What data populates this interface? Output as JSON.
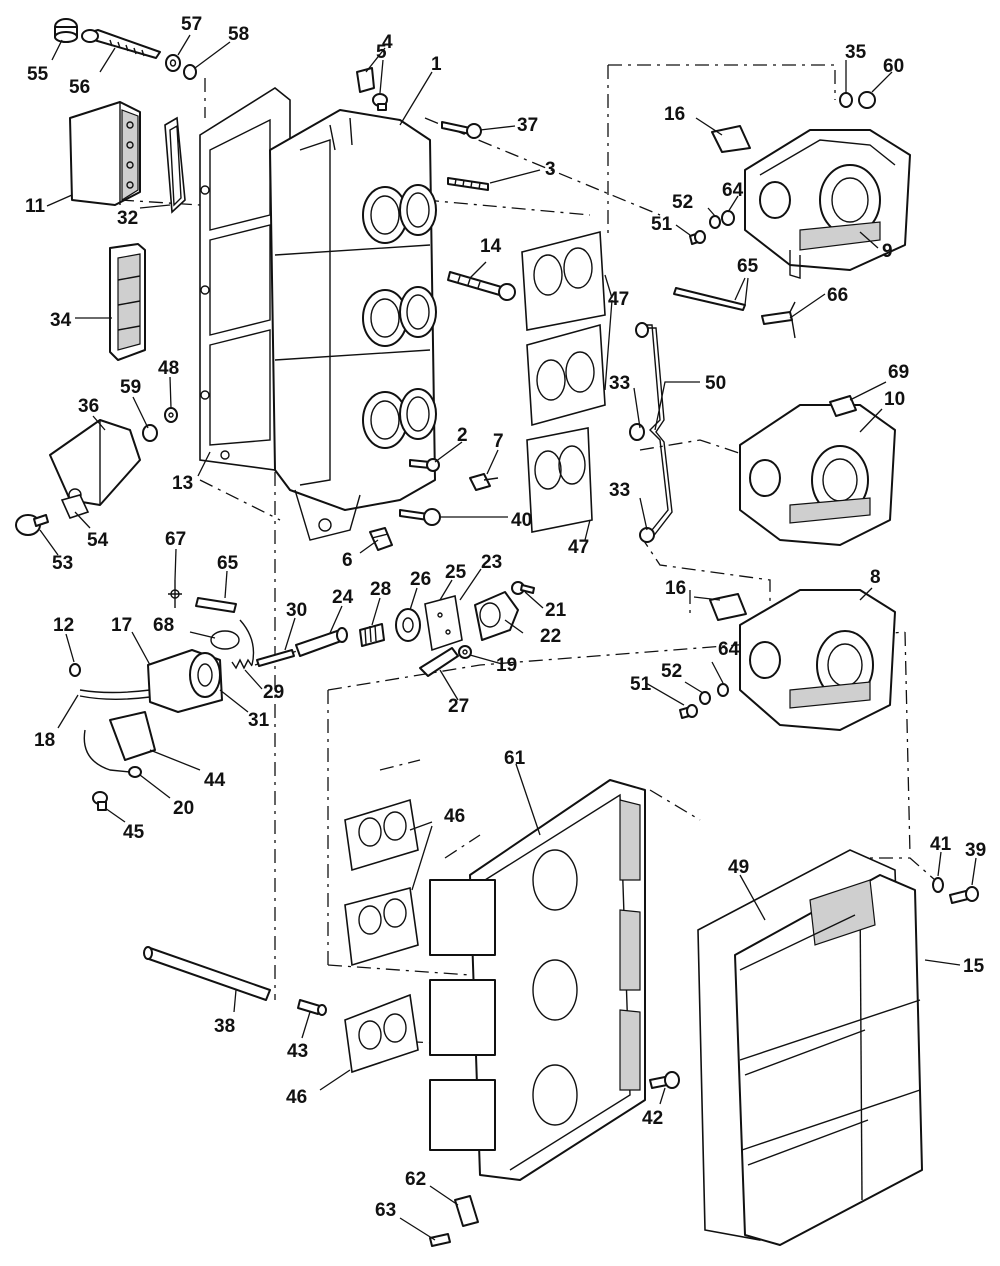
{
  "diagram": {
    "callouts": [
      {
        "id": "c55",
        "text": "55"
      },
      {
        "id": "c56",
        "text": "56"
      },
      {
        "id": "c57",
        "text": "57"
      },
      {
        "id": "c58",
        "text": "58"
      },
      {
        "id": "c4",
        "text": "4"
      },
      {
        "id": "c5",
        "text": "5"
      },
      {
        "id": "c1",
        "text": "1"
      },
      {
        "id": "c35",
        "text": "35"
      },
      {
        "id": "c60",
        "text": "60"
      },
      {
        "id": "c37",
        "text": "37"
      },
      {
        "id": "c16a",
        "text": "16"
      },
      {
        "id": "c3",
        "text": "3"
      },
      {
        "id": "c11",
        "text": "11"
      },
      {
        "id": "c32",
        "text": "32"
      },
      {
        "id": "c64a",
        "text": "64"
      },
      {
        "id": "c52a",
        "text": "52"
      },
      {
        "id": "c51a",
        "text": "51"
      },
      {
        "id": "c9",
        "text": "9"
      },
      {
        "id": "c14",
        "text": "14"
      },
      {
        "id": "c47a",
        "text": "47"
      },
      {
        "id": "c65a",
        "text": "65"
      },
      {
        "id": "c34",
        "text": "34"
      },
      {
        "id": "c66",
        "text": "66"
      },
      {
        "id": "c48",
        "text": "48"
      },
      {
        "id": "c59",
        "text": "59"
      },
      {
        "id": "c33a",
        "text": "33"
      },
      {
        "id": "c50",
        "text": "50"
      },
      {
        "id": "c69",
        "text": "69"
      },
      {
        "id": "c36",
        "text": "36"
      },
      {
        "id": "c10",
        "text": "10"
      },
      {
        "id": "c2",
        "text": "2"
      },
      {
        "id": "c7",
        "text": "7"
      },
      {
        "id": "c13",
        "text": "13"
      },
      {
        "id": "c33b",
        "text": "33"
      },
      {
        "id": "c40",
        "text": "40"
      },
      {
        "id": "c54",
        "text": "54"
      },
      {
        "id": "c47b",
        "text": "47"
      },
      {
        "id": "c53",
        "text": "53"
      },
      {
        "id": "c6",
        "text": "6"
      },
      {
        "id": "c67",
        "text": "67"
      },
      {
        "id": "c23",
        "text": "23"
      },
      {
        "id": "c65b",
        "text": "65"
      },
      {
        "id": "c26",
        "text": "26"
      },
      {
        "id": "c25",
        "text": "25"
      },
      {
        "id": "c16b",
        "text": "16"
      },
      {
        "id": "c8",
        "text": "8"
      },
      {
        "id": "c28",
        "text": "28"
      },
      {
        "id": "c24",
        "text": "24"
      },
      {
        "id": "c21",
        "text": "21"
      },
      {
        "id": "c30",
        "text": "30"
      },
      {
        "id": "c12",
        "text": "12"
      },
      {
        "id": "c17",
        "text": "17"
      },
      {
        "id": "c68",
        "text": "68"
      },
      {
        "id": "c22",
        "text": "22"
      },
      {
        "id": "c64b",
        "text": "64"
      },
      {
        "id": "c19",
        "text": "19"
      },
      {
        "id": "c29",
        "text": "29"
      },
      {
        "id": "c52b",
        "text": "52"
      },
      {
        "id": "c51b",
        "text": "51"
      },
      {
        "id": "c27",
        "text": "27"
      },
      {
        "id": "c31",
        "text": "31"
      },
      {
        "id": "c18",
        "text": "18"
      },
      {
        "id": "c44",
        "text": "44"
      },
      {
        "id": "c20",
        "text": "20"
      },
      {
        "id": "c45",
        "text": "45"
      },
      {
        "id": "c61",
        "text": "61"
      },
      {
        "id": "c46a",
        "text": "46"
      },
      {
        "id": "c49",
        "text": "49"
      },
      {
        "id": "c41",
        "text": "41"
      },
      {
        "id": "c39",
        "text": "39"
      },
      {
        "id": "c15",
        "text": "15"
      },
      {
        "id": "c38",
        "text": "38"
      },
      {
        "id": "c43",
        "text": "43"
      },
      {
        "id": "c46b",
        "text": "46"
      },
      {
        "id": "c42",
        "text": "42"
      },
      {
        "id": "c62",
        "text": "62"
      },
      {
        "id": "c63",
        "text": "63"
      }
    ]
  }
}
